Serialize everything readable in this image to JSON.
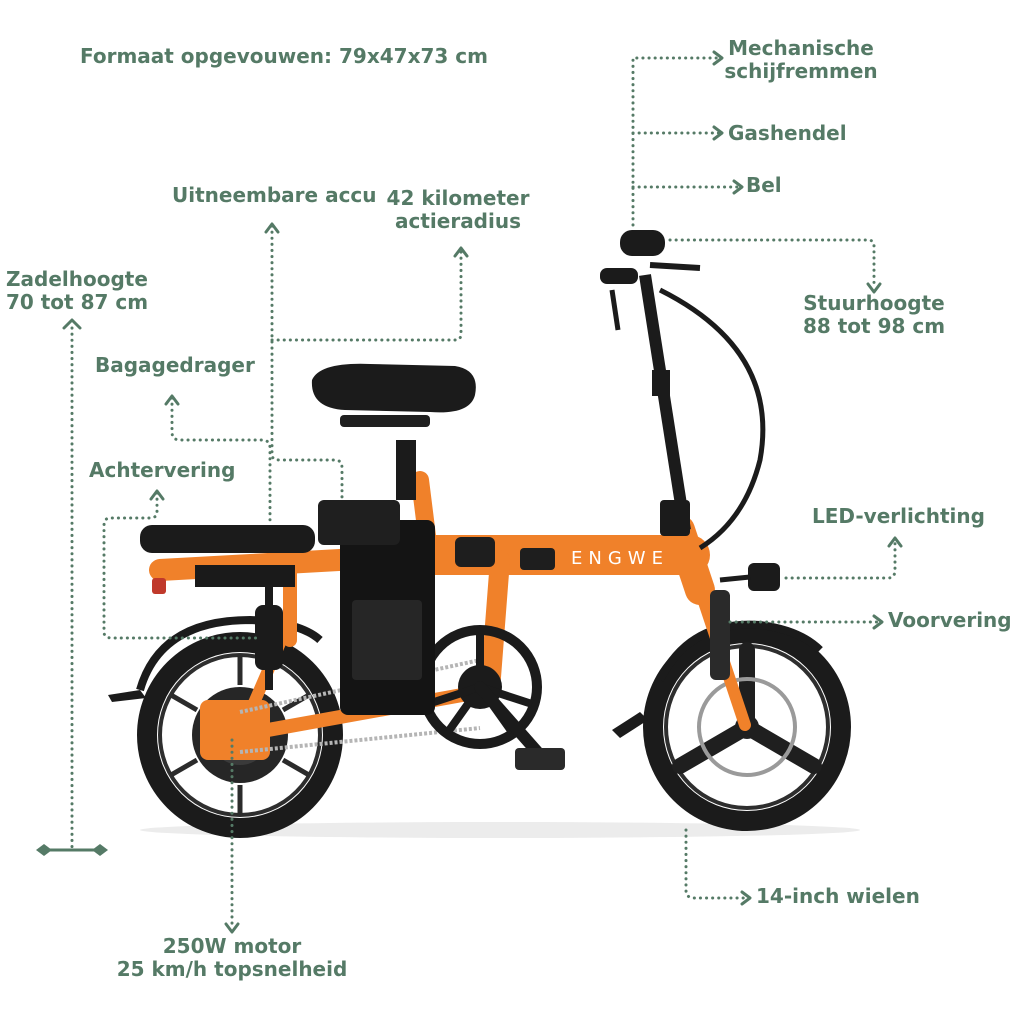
{
  "labels": {
    "folded_size": "Formaat opgevouwen: 79x47x73 cm",
    "disc_brakes": [
      "Mechanische",
      "schijfremmen"
    ],
    "throttle": "Gashendel",
    "bell": "Bel",
    "removable_battery": "Uitneembare accu",
    "range": [
      "42 kilometer",
      "actieradius"
    ],
    "saddle_height": [
      "Zadelhoogte",
      "70 tot 87 cm"
    ],
    "handlebar_height": [
      "Stuurhoogte",
      "88 tot 98 cm"
    ],
    "luggage_carrier": "Bagagedrager",
    "rear_suspension": "Achtervering",
    "led_lights": "LED-verlichting",
    "front_suspension": "Voorvering",
    "wheels": "14-inch wielen",
    "motor": [
      "250W motor",
      "25 km/h topsnelheid"
    ]
  },
  "frame_brand": "ENGWE",
  "colors": {
    "label": "#557a66",
    "frame": "#f0812a",
    "tire": "#1b1b1b",
    "background": "#ffffff"
  }
}
